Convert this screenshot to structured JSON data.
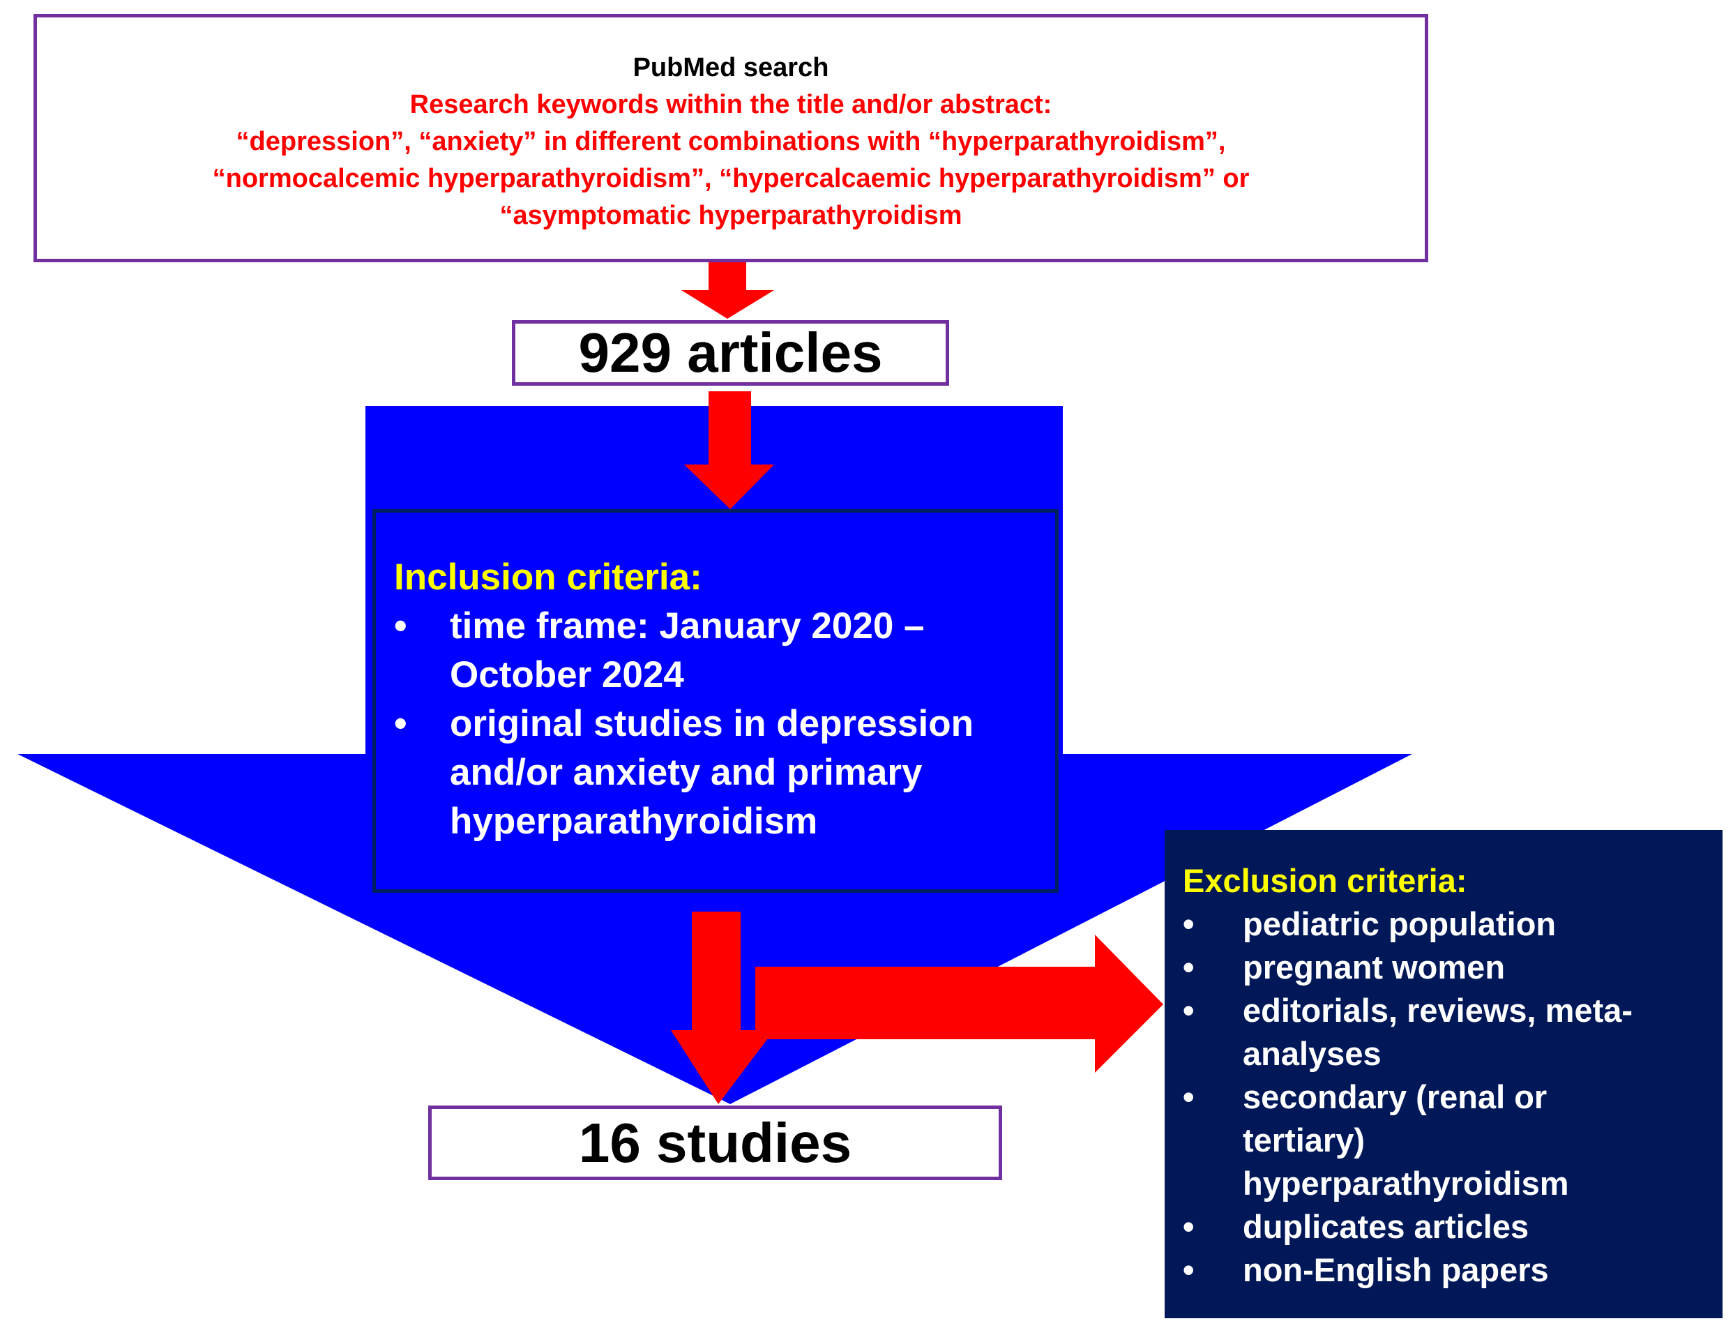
{
  "search": {
    "title": "PubMed search",
    "lines": [
      "Research keywords within the title and/or abstract:",
      "“depression”, “anxiety” in different combinations with “hyperparathyroidism”,",
      "“normocalcemic hyperparathyroidism”, “hypercalcaemic hyperparathyroidism” or",
      "“asymptomatic hyperparathyroidism"
    ]
  },
  "articles_count": "929 articles",
  "inclusion": {
    "heading": "Inclusion criteria:",
    "items": [
      {
        "bullet": "•",
        "lines": [
          "time frame: January 2020 –",
          "October 2024"
        ]
      },
      {
        "bullet": "•",
        "lines": [
          "original studies in depression",
          "and/or anxiety and primary",
          "hyperparathyroidism"
        ]
      }
    ]
  },
  "studies_count": "16 studies",
  "exclusion": {
    "heading": "Exclusion criteria:",
    "items": [
      {
        "bullet": "•",
        "lines": [
          "pediatric population"
        ]
      },
      {
        "bullet": "•",
        "lines": [
          "pregnant women"
        ]
      },
      {
        "bullet": "•",
        "lines": [
          "editorials, reviews, meta-",
          "analyses"
        ]
      },
      {
        "bullet": "•",
        "lines": [
          "secondary (renal or",
          "tertiary)",
          "hyperparathyroidism"
        ]
      },
      {
        "bullet": "•",
        "lines": [
          "duplicates articles"
        ]
      },
      {
        "bullet": "•",
        "lines": [
          "non-English papers"
        ]
      }
    ]
  },
  "colors": {
    "border_purple": "#7030a0",
    "arrow_red": "#ff0000",
    "funnel_blue": "#0000ff",
    "exclusion_navy": "#001858",
    "heading_yellow": "#ffff00",
    "keyword_red": "#ff0000"
  }
}
